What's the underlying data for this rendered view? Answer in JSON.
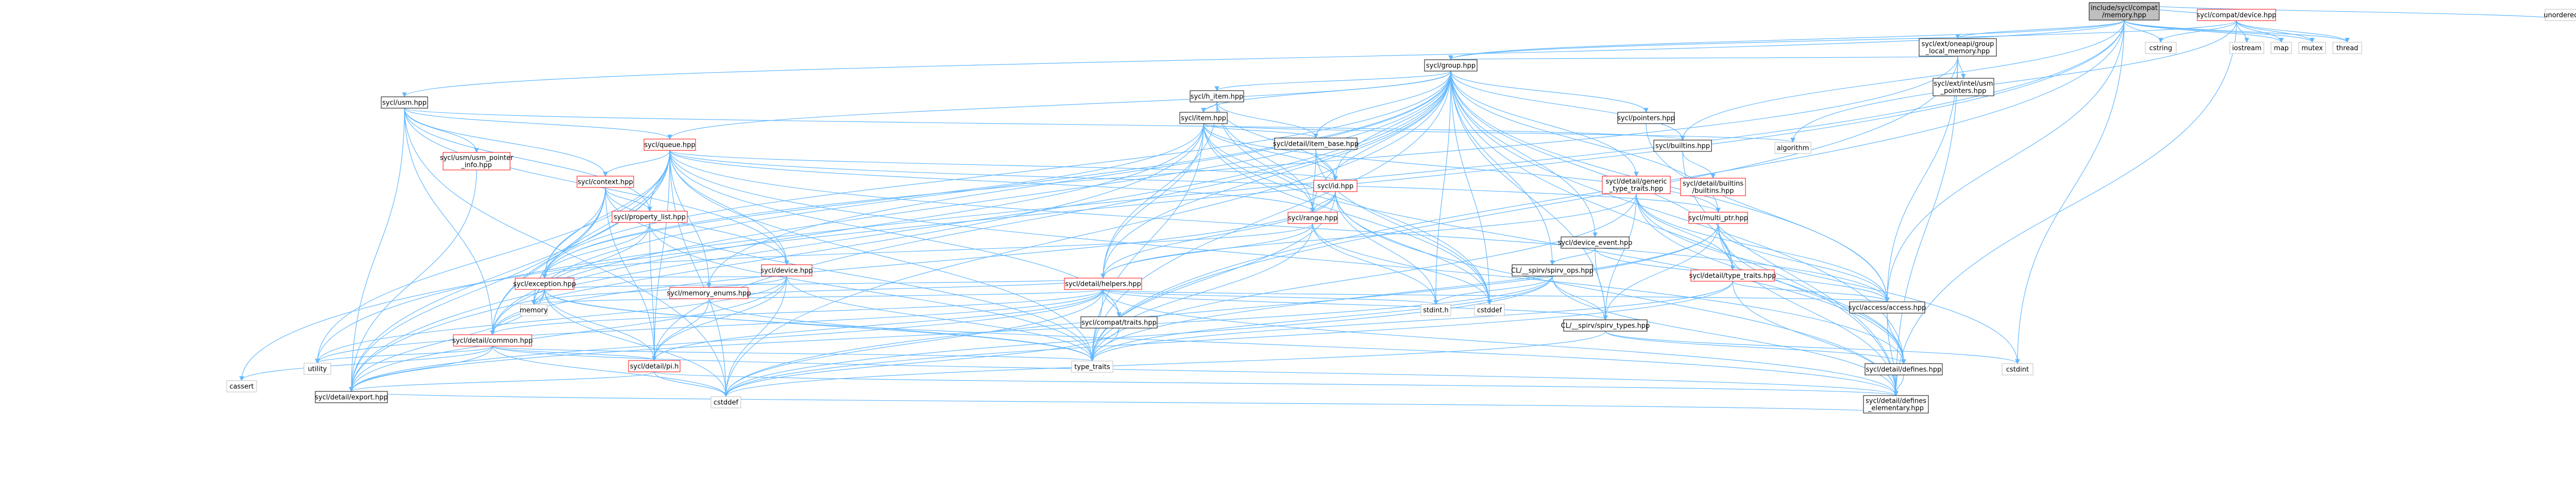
{
  "colors": {
    "edge": "#63b8ff",
    "root_fill": "#bfbfbf",
    "node_border": "#000000",
    "truncated_border": "#ff0000",
    "background": "#ffffff"
  },
  "nodes": [
    {
      "id": "root",
      "lines": [
        "include/sycl/compat",
        "/memory.hpp"
      ],
      "kind": "root"
    },
    {
      "id": "group_local_memory",
      "lines": [
        "sycl/ext/oneapi/group",
        "_local_memory.hpp"
      ],
      "kind": "normal"
    },
    {
      "id": "compat_device",
      "lines": [
        "sycl/compat/device.hpp"
      ],
      "kind": "truncated"
    },
    {
      "id": "cstring",
      "lines": [
        "cstring"
      ],
      "kind": "plain"
    },
    {
      "id": "iostream",
      "lines": [
        "iostream"
      ],
      "kind": "plain"
    },
    {
      "id": "map",
      "lines": [
        "map"
      ],
      "kind": "plain"
    },
    {
      "id": "mutex",
      "lines": [
        "mutex"
      ],
      "kind": "plain"
    },
    {
      "id": "thread",
      "lines": [
        "thread"
      ],
      "kind": "plain"
    },
    {
      "id": "unordered_map",
      "lines": [
        "unordered_map"
      ],
      "kind": "plain"
    },
    {
      "id": "group",
      "lines": [
        "sycl/group.hpp"
      ],
      "kind": "normal"
    },
    {
      "id": "usm",
      "lines": [
        "sycl/usm.hpp"
      ],
      "kind": "normal"
    },
    {
      "id": "intel_usm_pointers",
      "lines": [
        "sycl/ext/intel/usm",
        "_pointers.hpp"
      ],
      "kind": "normal"
    },
    {
      "id": "nd_item",
      "lines": [
        "sycl/h_item.hpp"
      ],
      "kind": "normal"
    },
    {
      "id": "item",
      "lines": [
        "sycl/item.hpp"
      ],
      "kind": "normal"
    },
    {
      "id": "queue",
      "lines": [
        "sycl/queue.hpp"
      ],
      "kind": "truncated"
    },
    {
      "id": "pointers",
      "lines": [
        "sycl/pointers.hpp"
      ],
      "kind": "normal"
    },
    {
      "id": "builtins",
      "lines": [
        "sycl/builtins.hpp"
      ],
      "kind": "normal"
    },
    {
      "id": "detail_builtins",
      "lines": [
        "sycl/detail/builtins",
        "/builtins.hpp"
      ],
      "kind": "truncated"
    },
    {
      "id": "usm_pointer_info",
      "lines": [
        "sycl/usm/usm_pointer",
        "_info.hpp"
      ],
      "kind": "truncated"
    },
    {
      "id": "item_base",
      "lines": [
        "sycl/detail/item_base.hpp"
      ],
      "kind": "normal"
    },
    {
      "id": "id",
      "lines": [
        "sycl/id.hpp"
      ],
      "kind": "truncated"
    },
    {
      "id": "algorithm",
      "lines": [
        "algorithm"
      ],
      "kind": "plain"
    },
    {
      "id": "generic_type_traits",
      "lines": [
        "sycl/detail/generic",
        "_type_traits.hpp"
      ],
      "kind": "truncated"
    },
    {
      "id": "context",
      "lines": [
        "sycl/context.hpp"
      ],
      "kind": "truncated"
    },
    {
      "id": "property_list",
      "lines": [
        "sycl/property_list.hpp"
      ],
      "kind": "truncated"
    },
    {
      "id": "range",
      "lines": [
        "sycl/range.hpp"
      ],
      "kind": "truncated"
    },
    {
      "id": "device_event",
      "lines": [
        "sycl/device_event.hpp"
      ],
      "kind": "normal"
    },
    {
      "id": "multi_ptr",
      "lines": [
        "sycl/multi_ptr.hpp"
      ],
      "kind": "truncated"
    },
    {
      "id": "device",
      "lines": [
        "sycl/device.hpp"
      ],
      "kind": "truncated"
    },
    {
      "id": "detail_helpers",
      "lines": [
        "sycl/detail/helpers.hpp"
      ],
      "kind": "truncated"
    },
    {
      "id": "spirv_ops",
      "lines": [
        "CL/__spirv/spirv_ops.hpp"
      ],
      "kind": "normal"
    },
    {
      "id": "type_traits_detail",
      "lines": [
        "sycl/detail/type_traits.hpp"
      ],
      "kind": "truncated"
    },
    {
      "id": "exception",
      "lines": [
        "sycl/exception.hpp"
      ],
      "kind": "truncated"
    },
    {
      "id": "memory_enums",
      "lines": [
        "sycl/memory_enums.hpp"
      ],
      "kind": "truncated"
    },
    {
      "id": "compat_traits",
      "lines": [
        "sycl/compat/traits.hpp"
      ],
      "kind": "normal"
    },
    {
      "id": "stdint",
      "lines": [
        "stdint.h"
      ],
      "kind": "plain"
    },
    {
      "id": "cstddef_std",
      "lines": [
        "cstddef"
      ],
      "kind": "plain"
    },
    {
      "id": "cstdlib",
      "lines": [
        "cstdint"
      ],
      "kind": "plain"
    },
    {
      "id": "spirv_types",
      "lines": [
        "CL/__spirv/spirv_types.hpp"
      ],
      "kind": "normal"
    },
    {
      "id": "access",
      "lines": [
        "sycl/access/access.hpp"
      ],
      "kind": "normal"
    },
    {
      "id": "detail_common",
      "lines": [
        "sycl/detail/common.hpp"
      ],
      "kind": "truncated"
    },
    {
      "id": "memory",
      "lines": [
        "memory"
      ],
      "kind": "plain"
    },
    {
      "id": "type_traits",
      "lines": [
        "type_traits"
      ],
      "kind": "plain"
    },
    {
      "id": "detail_defines",
      "lines": [
        "sycl/detail/defines.hpp"
      ],
      "kind": "normal"
    },
    {
      "id": "utility",
      "lines": [
        "utility"
      ],
      "kind": "plain"
    },
    {
      "id": "cassert",
      "lines": [
        "cassert"
      ],
      "kind": "plain"
    },
    {
      "id": "pi_h",
      "lines": [
        "sycl/detail/pi.h"
      ],
      "kind": "truncated"
    },
    {
      "id": "export",
      "lines": [
        "sycl/detail/export.hpp"
      ],
      "kind": "normal"
    },
    {
      "id": "cstddef",
      "lines": [
        "cstddef"
      ],
      "kind": "plain"
    },
    {
      "id": "defines_elementary",
      "lines": [
        "sycl/detail/defines",
        "_elementary.hpp"
      ],
      "kind": "normal"
    }
  ]
}
